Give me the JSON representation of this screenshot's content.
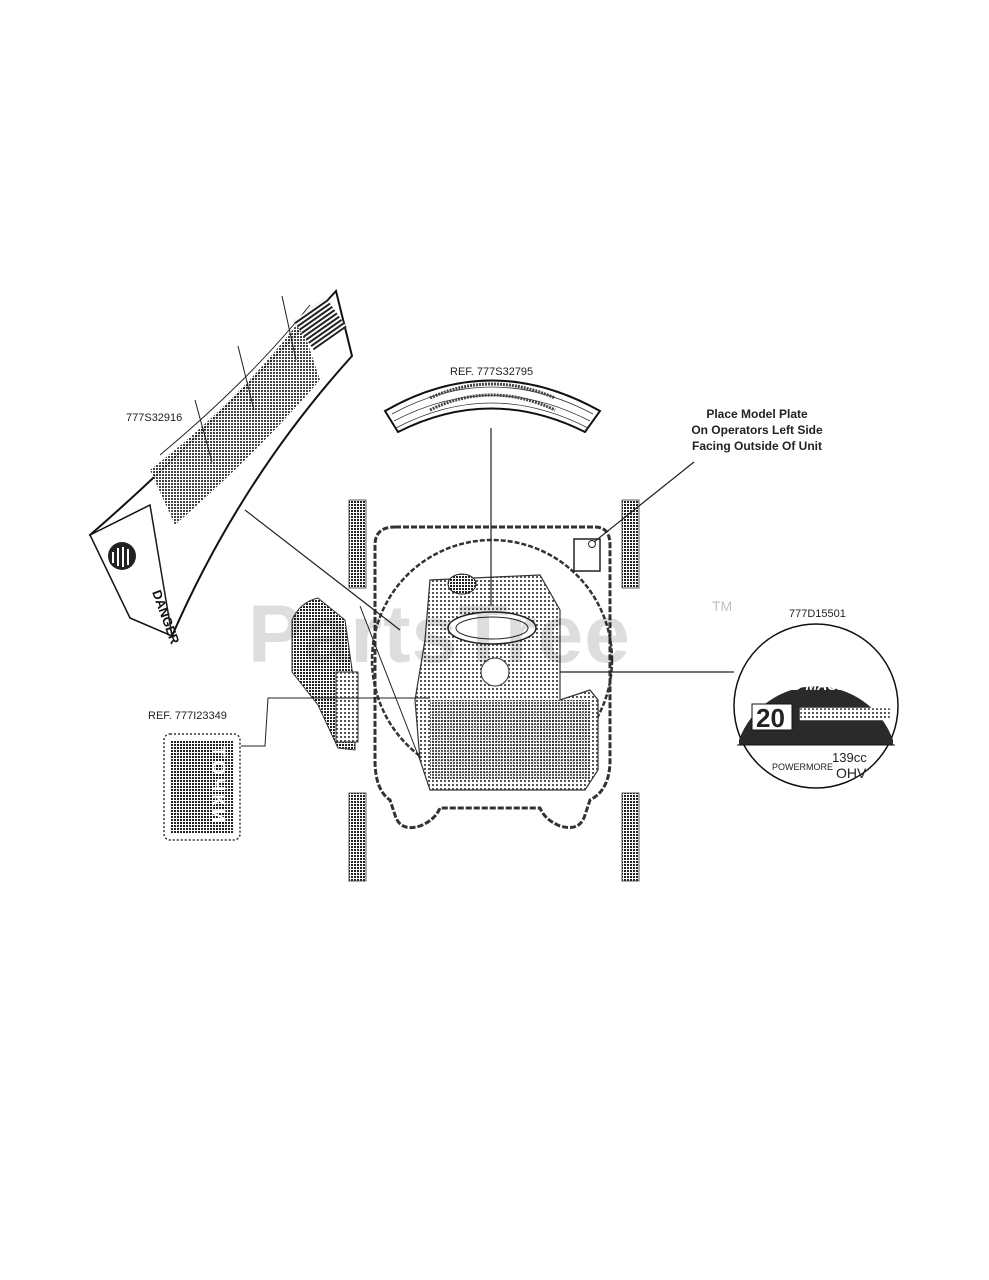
{
  "labels": {
    "ref_777s32795": "REF. 777S32795",
    "part_777s32916": "777S32916",
    "model_plate_line1": "Place Model Plate",
    "model_plate_line2": "On Operators Left Side",
    "model_plate_line3": "Facing Outside Of Unit",
    "part_777d15501": "777D15501",
    "ref_777i23349": "REF. 777I23349"
  },
  "decal_777d15501": {
    "brand": "YARD MACHINES",
    "size": "20",
    "engine_brand": "POWERMORE",
    "displacement": "139cc",
    "engine_type": "OHV"
  },
  "decal_777i23349": {
    "text": "ТОЧКИ"
  },
  "decal_777s32916": {
    "warning_word": "DANGER"
  },
  "watermark": {
    "text": "PartsTree",
    "trademark": "TM"
  }
}
